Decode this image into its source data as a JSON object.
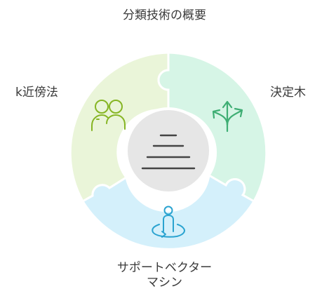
{
  "title": "分類技術の概要",
  "segments": [
    {
      "id": "knn",
      "label": "k近傍法",
      "icon": "people-icon",
      "fill": "#eaf5d9",
      "icon_color": "#86b524"
    },
    {
      "id": "decision-tree",
      "label": "決定木",
      "icon": "branching-arrows-icon",
      "fill": "#d6f5e6",
      "icon_color": "#3fae74"
    },
    {
      "id": "svm",
      "label_line1": "サポートベクター",
      "label_line2": "マシン",
      "icon": "person-orbit-icon",
      "fill": "#d4f0fb",
      "icon_color": "#2aa3d0"
    }
  ],
  "center": {
    "icon": "lines-icon",
    "fill": "#e6e6e6"
  }
}
